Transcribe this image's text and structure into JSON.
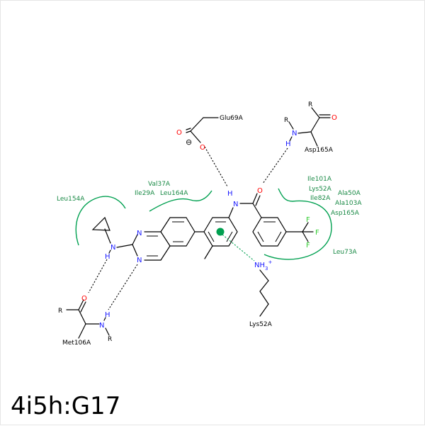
{
  "caption": "4i5h:G17",
  "residue_labels": {
    "leu154a": "Leu154A",
    "val37a": "Val37A",
    "ile29a": "Ile29A",
    "leu164a": "Leu164A",
    "glu69a": "Glu69A",
    "asp165a_top": "Asp165A",
    "ile101a": "Ile101A",
    "lys52a_pocket": "Lys52A",
    "ile82a": "Ile82A",
    "ala50a": "Ala50A",
    "ala103a": "Ala103A",
    "asp165a_pocket": "Asp165A",
    "leu73a": "Leu73A",
    "lys52a_chain": "Lys52A",
    "met106a": "Met106A"
  },
  "atom_labels": {
    "R": "R",
    "N": "N",
    "H": "H",
    "O": "O",
    "F": "F",
    "NH3": "NH",
    "sub3": "3",
    "plus": "+",
    "minus": "⊖"
  },
  "colors": {
    "nitrogen": "#1a1aff",
    "oxygen": "#ff0000",
    "fluorine": "#33cc33",
    "residue": "#1a8a46",
    "pi_center": "#00a050"
  }
}
